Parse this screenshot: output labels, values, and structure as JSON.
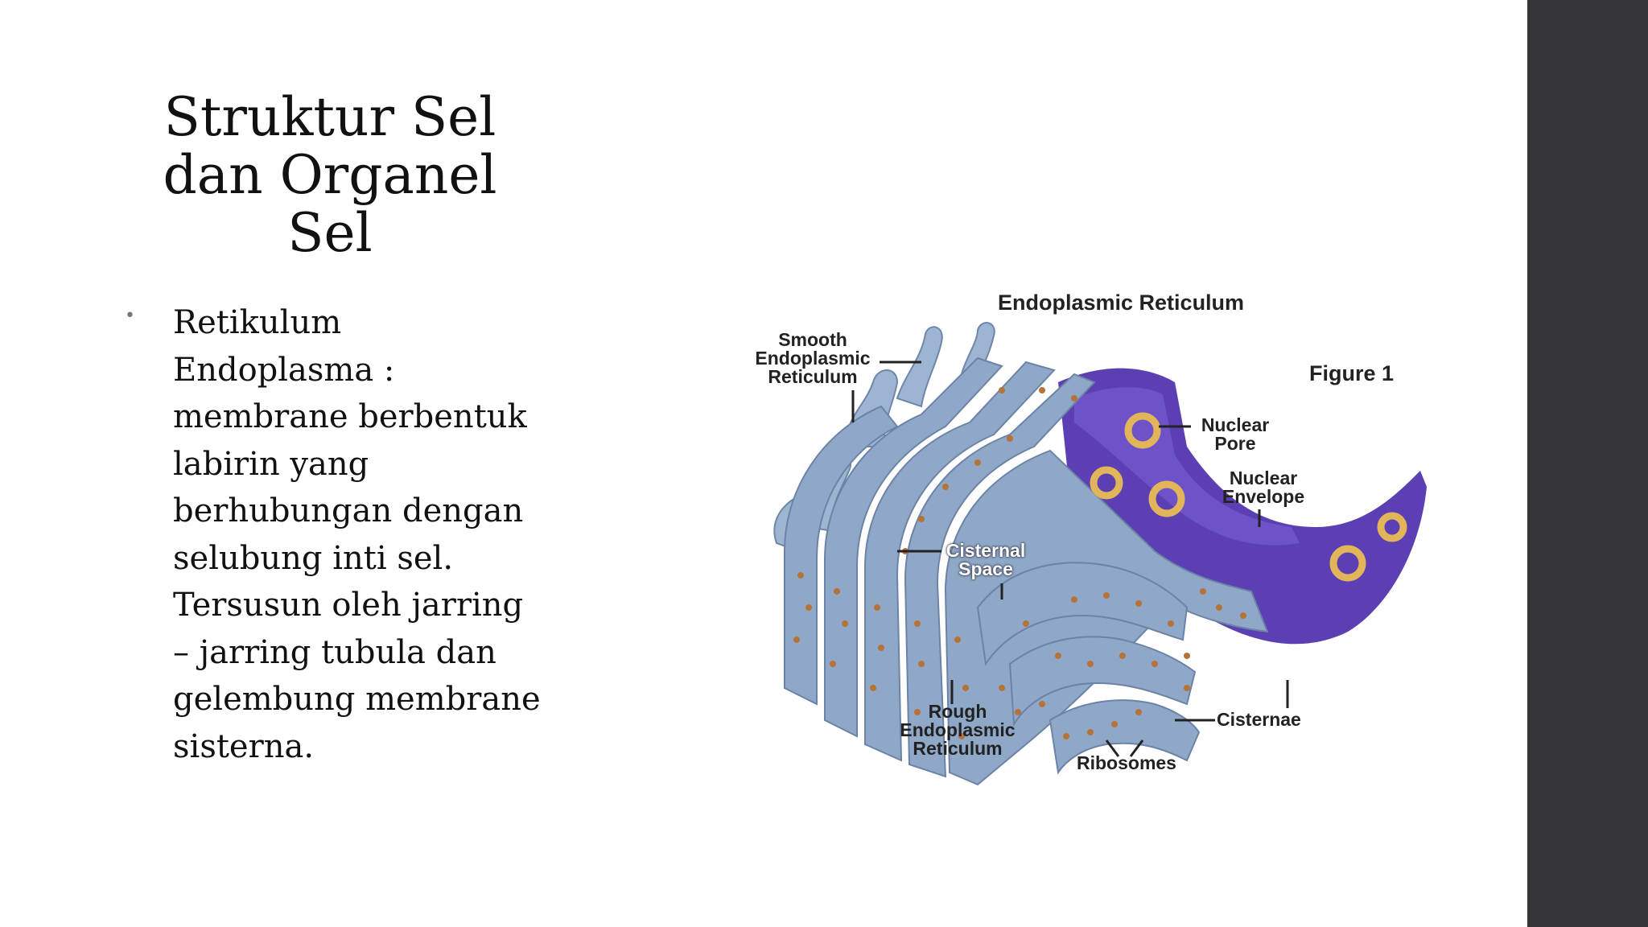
{
  "slide": {
    "title_lines": [
      "Struktur Sel",
      "dan Organel",
      "Sel"
    ],
    "bullet_lines": [
      "Retikulum",
      "Endoplasma :",
      "membrane berbentuk",
      "labirin yang",
      "berhubungan dengan",
      "selubung inti sel.",
      "Tersusun oleh jarring",
      "– jarring tubula dan",
      "gelembung membrane",
      "sisterna."
    ],
    "bullet_symbol": "•"
  },
  "figure": {
    "title": "Endoplasmic Reticulum",
    "figure_label": "Figure 1",
    "labels": {
      "smooth_er": [
        "Smooth",
        "Endoplasmic",
        "Reticulum"
      ],
      "nuclear_pore": [
        "Nuclear",
        "Pore"
      ],
      "nuclear_envelope": [
        "Nuclear",
        "Envelope"
      ],
      "cisternal_space": [
        "Cisternal",
        "Space"
      ],
      "rough_er": [
        "Rough",
        "Endoplasmic",
        "Reticulum"
      ],
      "cisternae": [
        "Cisternae"
      ],
      "ribosomes": [
        "Ribosomes"
      ]
    }
  },
  "colors": {
    "side_bar": "#363638",
    "er_membrane": "#8fa8c8",
    "nuclear_envelope": "#5b3fb3",
    "ribosome": "#b5733a",
    "nuclear_pore": "#e3b55a"
  }
}
